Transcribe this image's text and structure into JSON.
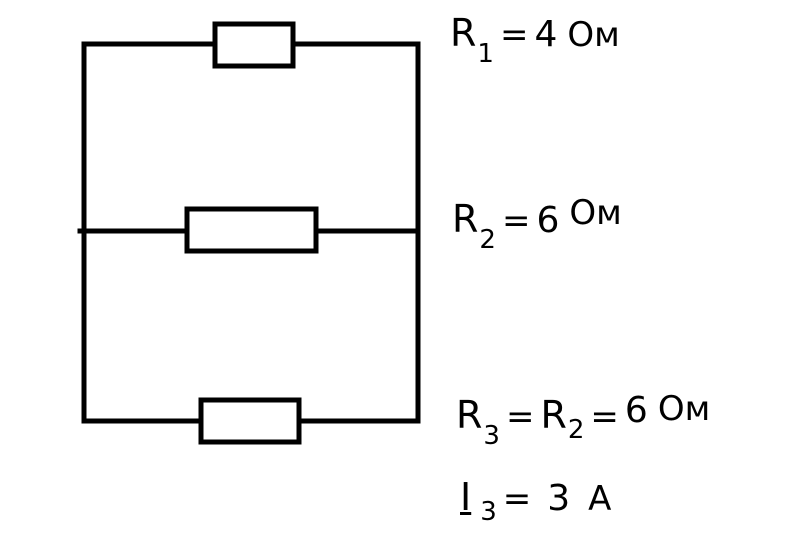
{
  "colors": {
    "stroke": "#000000",
    "background": "#ffffff"
  },
  "resistors": [
    {
      "id": "R1",
      "branch": "top"
    },
    {
      "id": "R2",
      "branch": "middle"
    },
    {
      "id": "R3",
      "branch": "bottom"
    }
  ],
  "labels": {
    "r1": {
      "symbol": "R",
      "subscript": "1",
      "equals": "=",
      "value": "4",
      "unit": "Ом"
    },
    "r2": {
      "symbol": "R",
      "subscript": "2",
      "equals": "=",
      "value": "6",
      "unit": "Ом"
    },
    "r3": {
      "symbol": "R",
      "subscript": "3",
      "equals": "=",
      "symbol2": "R",
      "subscript2": "2",
      "equals2": "=",
      "value": "6",
      "unit": "Ом"
    },
    "i3": {
      "symbol": "I",
      "subscript": "3",
      "equals": "=",
      "value": "3",
      "unit": "A"
    }
  }
}
